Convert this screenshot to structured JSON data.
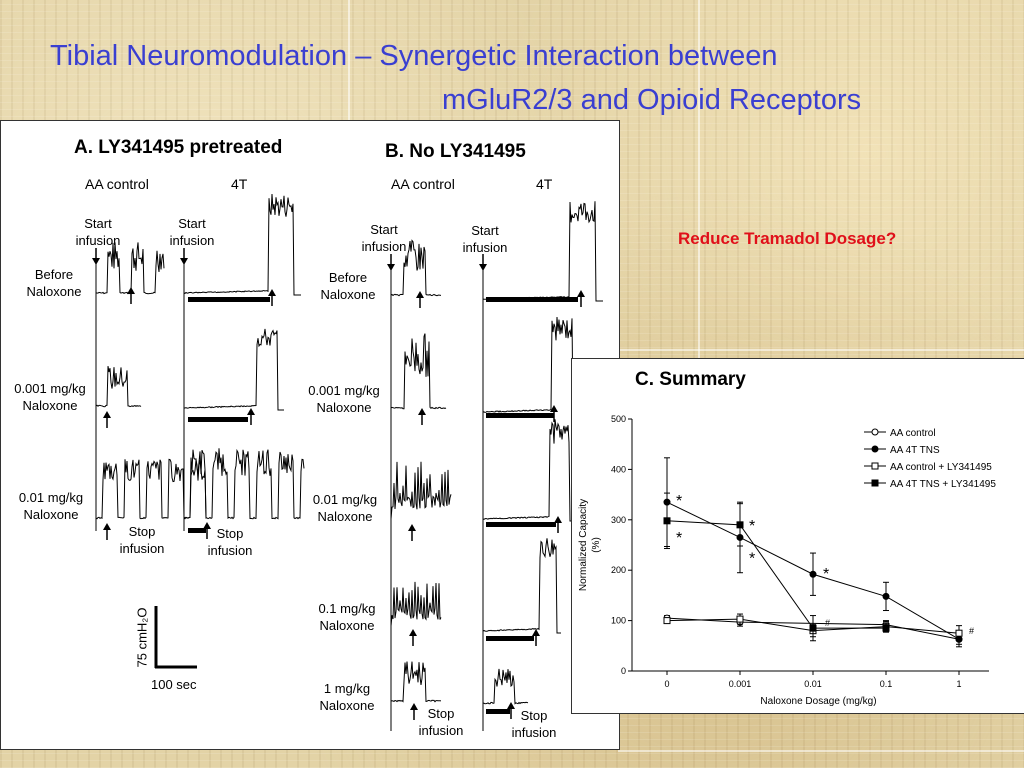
{
  "title_line1": "Tibial Neuromodulation – Synergetic Interaction between",
  "title_line2": "mGluR2/3 and Opioid Receptors",
  "note": "Reduce Tramadol Dosage?",
  "panel_a": {
    "title": "A. LY341495 pretreated",
    "col_control": "AA control",
    "col_4t": "4T",
    "start_control": [
      "Start",
      "infusion"
    ],
    "start_4t": [
      "Start",
      "infusion"
    ],
    "rows": [
      [
        "Before",
        "Naloxone"
      ],
      [
        "0.001 mg/kg",
        "Naloxone"
      ],
      [
        "0.01 mg/kg",
        "Naloxone"
      ]
    ],
    "stop_control": [
      "Stop",
      "infusion"
    ],
    "stop_4t": [
      "Stop",
      "infusion"
    ],
    "scale_y": "75 cmH₂O",
    "scale_x": "100 sec"
  },
  "panel_b": {
    "title": "B. No LY341495",
    "col_control": "AA control",
    "col_4t": "4T",
    "start_control": [
      "Start",
      "infusion"
    ],
    "start_4t": [
      "Start",
      "infusion"
    ],
    "rows": [
      [
        "Before",
        "Naloxone"
      ],
      [
        "0.001 mg/kg",
        "Naloxone"
      ],
      [
        "0.01 mg/kg",
        "Naloxone"
      ],
      [
        "0.1 mg/kg",
        "Naloxone"
      ],
      [
        "1 mg/kg",
        "Naloxone"
      ]
    ],
    "stop_control": [
      "Stop",
      "infusion"
    ],
    "stop_4t": [
      "Stop",
      "infusion"
    ]
  },
  "chart_data": {
    "type": "line",
    "title": "C. Summary",
    "xlabel": "Naloxone Dosage (mg/kg)",
    "ylabel": "Normalized Capacity (%)",
    "ylim": [
      0,
      500
    ],
    "yticks": [
      0,
      100,
      200,
      300,
      400,
      500
    ],
    "categories": [
      "0",
      "0.001",
      "0.01",
      "0.1",
      "1"
    ],
    "legend_position": "top-right",
    "series": [
      {
        "name": "AA control",
        "marker": "open-circle",
        "values": [
          105,
          97,
          null,
          92,
          63
        ],
        "err": [
          5,
          8,
          null,
          8,
          10
        ]
      },
      {
        "name": "AA 4T TNS",
        "marker": "filled-circle",
        "values": [
          335,
          265,
          192,
          148,
          63
        ],
        "err": [
          88,
          70,
          42,
          28,
          15
        ]
      },
      {
        "name": "AA control + LY341495",
        "marker": "open-square",
        "values": [
          100,
          103,
          80,
          88,
          75
        ],
        "err": [
          5,
          10,
          12,
          10,
          15
        ]
      },
      {
        "name": "AA 4T TNS + LY341495",
        "marker": "filled-square",
        "values": [
          298,
          290,
          85,
          85,
          null
        ],
        "err": [
          55,
          42,
          25,
          8,
          null
        ]
      }
    ],
    "annotations": [
      {
        "category": "0",
        "value": 335,
        "text": "*"
      },
      {
        "category": "0",
        "value": 298,
        "text": "*"
      },
      {
        "category": "0.001",
        "value": 290,
        "text": "*"
      },
      {
        "category": "0.001",
        "value": 265,
        "text": "*"
      },
      {
        "category": "0.01",
        "value": 192,
        "text": "*"
      },
      {
        "category": "0.01",
        "value": 85,
        "text": "#"
      },
      {
        "category": "1",
        "value": 75,
        "text": "#"
      }
    ]
  }
}
